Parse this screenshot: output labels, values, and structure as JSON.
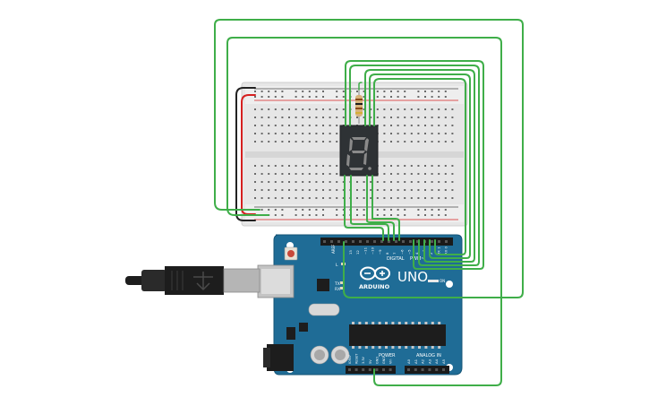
{
  "board": {
    "brand": "ARDUINO",
    "model": "UNO",
    "digital_label": "DIGITAL",
    "pwm_label": "PWM~",
    "power_label": "POWER",
    "analog_label": "ANALOG IN",
    "on_label": "ON",
    "tx_label": "TX",
    "rx_label": "RX",
    "l_label": "L",
    "aref_label": "AREF",
    "digital_pins": [
      "13",
      "12",
      "~11",
      "~10",
      "~9",
      "8",
      "7",
      "~6",
      "~5",
      "4",
      "~3",
      "2",
      "TX 1",
      "RX 0"
    ],
    "power_pins": [
      "IOREF",
      "RESET",
      "3.3V",
      "5V",
      "GND",
      "GND",
      "Vin"
    ],
    "analog_pins": [
      "A0",
      "A1",
      "A2",
      "A3",
      "A4",
      "A5"
    ]
  },
  "display": {
    "digit": "8.",
    "segment_color": "#8a8a8a",
    "body_color": "#2e3235"
  },
  "colors": {
    "wire_green": "#3fae49",
    "wire_red": "#d62020",
    "wire_black": "#222222",
    "board_blue": "#1f6c96",
    "breadboard": "#e8e8e8"
  },
  "icons": {
    "usb_cable": "usb-b-cable-icon",
    "reset_button": "reset-button-icon",
    "resistor": "resistor-icon",
    "chip": "atmega-chip-icon",
    "barrel_jack": "barrel-jack-icon",
    "arduino_logo": "arduino-infinity-logo-icon"
  }
}
